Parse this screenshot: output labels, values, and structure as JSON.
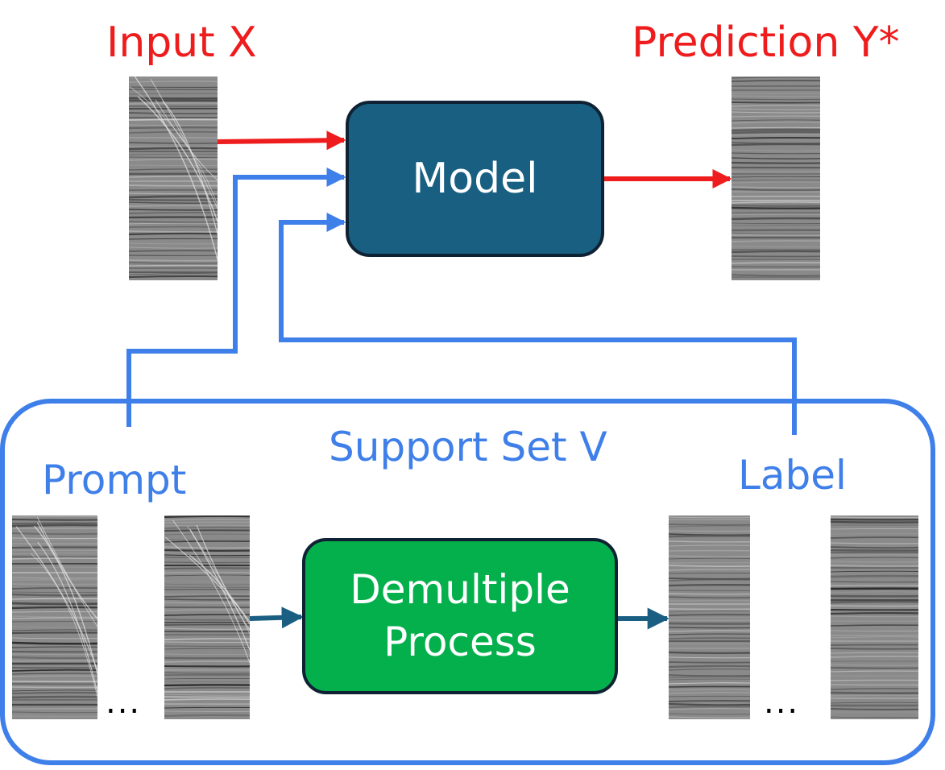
{
  "labels": {
    "input": "Input X",
    "prediction": "Prediction Y*",
    "support_set": "Support Set V",
    "prompt": "Prompt",
    "label": "Label",
    "ellipsis_left": "...",
    "ellipsis_right": "..."
  },
  "boxes": {
    "model": "Model",
    "demultiple_line1": "Demultiple",
    "demultiple_line2": "Process"
  },
  "colors": {
    "prediction_flow": "#ee1c1c",
    "support_flow": "#3f7fe9",
    "model_box": "#185f82",
    "demultiple_box": "#04b04c",
    "process_arrow": "#1a5f82"
  }
}
